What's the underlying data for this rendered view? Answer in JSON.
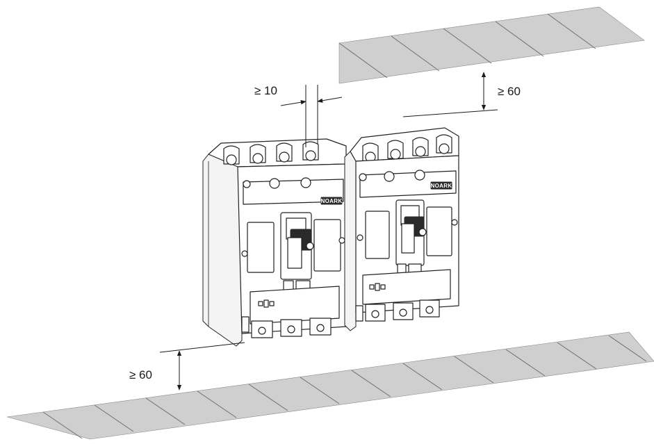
{
  "labels": {
    "top_clearance": "≥ 60",
    "bottom_clearance": "≥ 60",
    "side_gap": "≥ 10"
  },
  "brand_marks": [
    "NOARK",
    "NOARK"
  ],
  "colors": {
    "plate_fill": "#cfcfcf",
    "plate_hatch": "#6e6e6e",
    "line": "#222222",
    "background": "#ffffff"
  }
}
